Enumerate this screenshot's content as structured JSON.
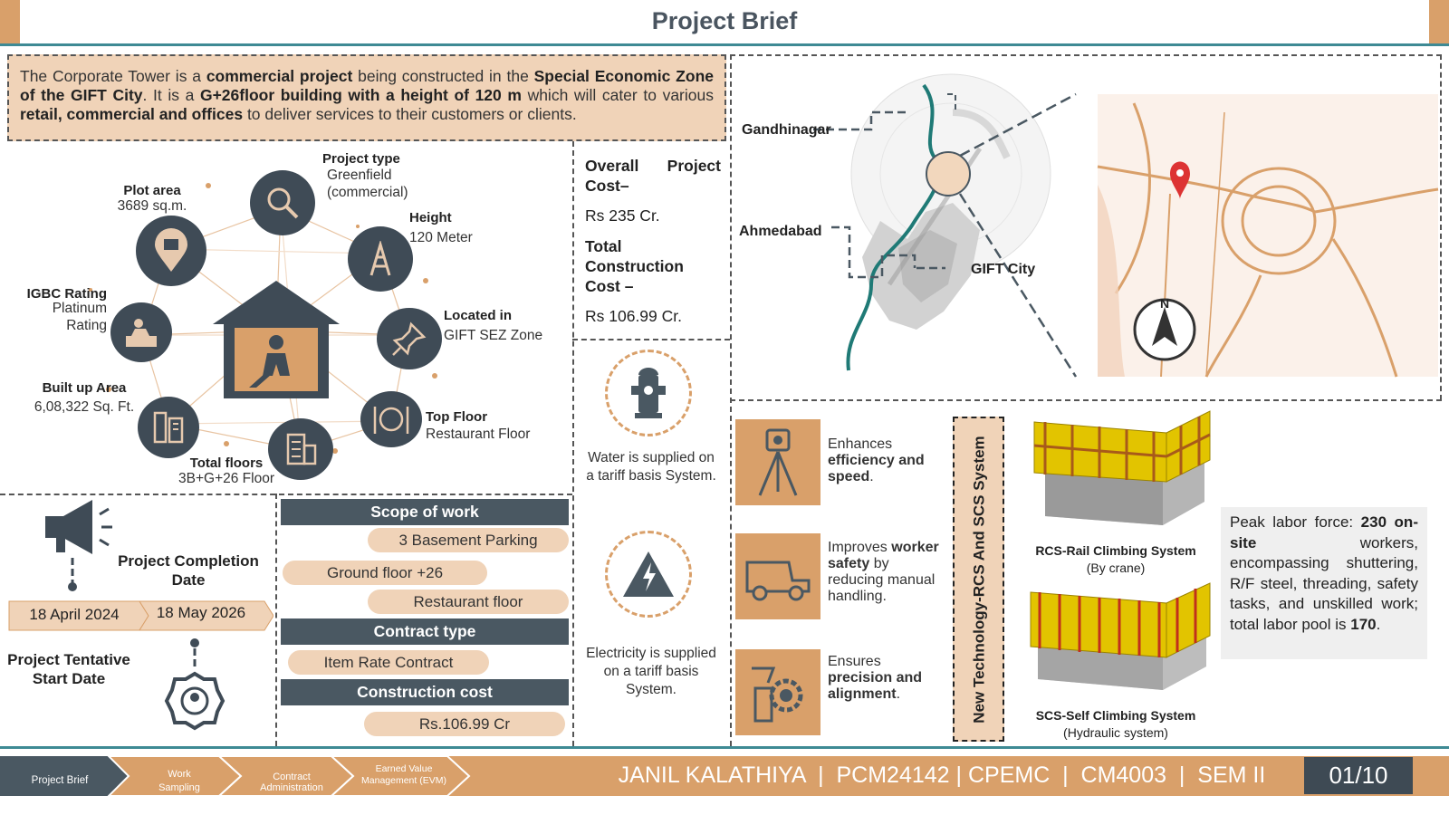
{
  "title": "Project Brief",
  "intro": {
    "t1": "The Corporate Tower is a ",
    "b1": "commercial project",
    "t2": " being constructed in the ",
    "b2": "Special Economic Zone of the GIFT City",
    "t3": ". It is a ",
    "b3": "G+26floor building with a height of 120 m",
    "t4": " which will cater to various ",
    "b4": "retail, commercial and offices",
    "t5": " to deliver services to their customers or clients."
  },
  "infographic": {
    "project_type": {
      "label": "Project type",
      "value": "Greenfield (commercial)"
    },
    "plot_area": {
      "label": "Plot area",
      "value": "3689 sq.m."
    },
    "height": {
      "label": "Height",
      "value": "120 Meter"
    },
    "igbc": {
      "label": "IGBC Rating",
      "value1": "Platinum",
      "value2": "Rating"
    },
    "located": {
      "label": "Located in",
      "value": "GIFT SEZ Zone"
    },
    "built_up": {
      "label": "Built up Area",
      "value": "6,08,322 Sq. Ft."
    },
    "top_floor": {
      "label": "Top Floor",
      "value": "Restaurant Floor"
    },
    "total_floors": {
      "label": "Total floors",
      "value": "3B+G+26 Floor"
    }
  },
  "costs": {
    "overall_label": "Overall Project Cost–",
    "overall_value": "Rs 235 Cr.",
    "construction_label": "Total Construction Cost –",
    "construction_value": "Rs 106.99 Cr."
  },
  "utilities": {
    "water": "Water is supplied on a tariff basis System.",
    "electricity": "Electricity is supplied on a tariff basis System."
  },
  "map": {
    "gandhinagar": "Gandhinagar",
    "ahmedabad": "Ahmedabad",
    "gift": "GIFT City",
    "north": "N"
  },
  "timeline": {
    "completion_label": "Project Completion Date",
    "start_value": "18 April 2024",
    "completion_value": "18 May 2026",
    "start_label": "Project Tentative Start Date"
  },
  "scope": {
    "scope_header": "Scope of work",
    "items": [
      "3 Basement Parking",
      "Ground floor +26",
      "Restaurant floor"
    ],
    "contract_header": "Contract type",
    "contract_value": "Item Rate Contract",
    "cost_header": "Construction cost",
    "cost_value": "Rs.106.99 Cr"
  },
  "technology": {
    "vertical_title": "New Technology-RCS And SCS System",
    "benefits": [
      {
        "plain": "Enhances ",
        "bold": "efficiency and speed",
        "end": "."
      },
      {
        "plain": "Improves ",
        "bold": "worker safety",
        "end": " by reducing manual handling."
      },
      {
        "plain": "Ensures ",
        "bold": "precision and alignment",
        "end": "."
      }
    ],
    "rcs_title": "RCS-Rail Climbing System",
    "rcs_sub": "(By crane)",
    "scs_title": "SCS-Self Climbing System",
    "scs_sub": "(Hydraulic system)"
  },
  "labor": {
    "t1": "Peak labor force: ",
    "b1": "230 on-site",
    "t2": " workers, encompassing shuttering, R/F steel, threading, safety tasks, and unskilled work; total labor pool is ",
    "b2": "170",
    "t3": "."
  },
  "footer": {
    "tabs": [
      "Project Brief",
      "Work Sampling",
      "Contract Administration",
      "Earned Value Management (EVM)"
    ],
    "author": "JANIL KALATHIYA  |  PCM24142 | CPEMC  |  CM4003  |  SEM II",
    "page": "01/10"
  }
}
